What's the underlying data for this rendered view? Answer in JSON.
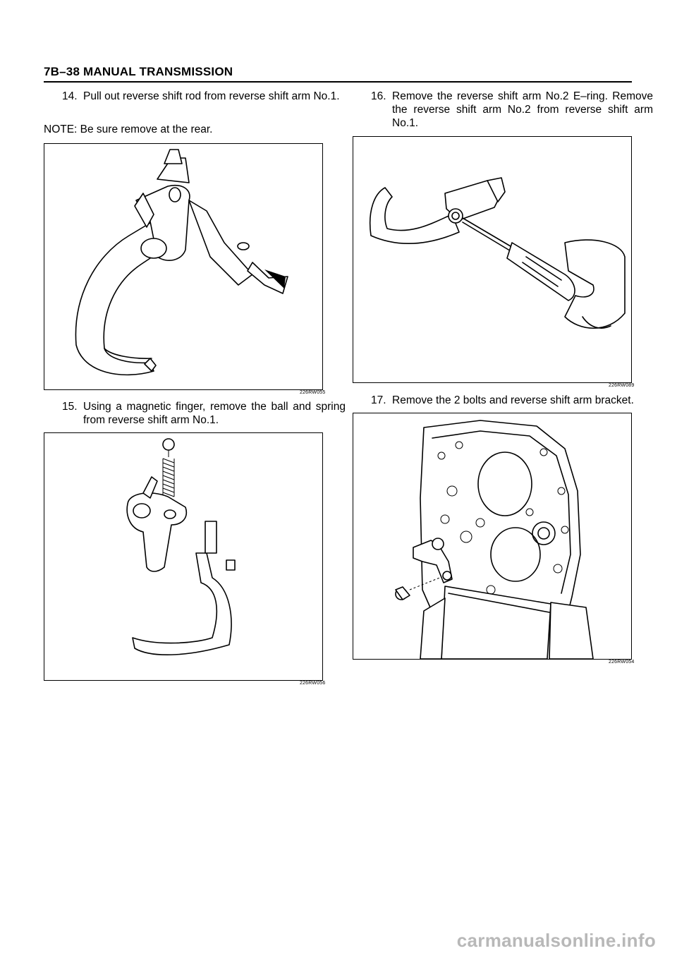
{
  "header": {
    "title": "7B–38  MANUAL TRANSMISSION"
  },
  "steps": [
    {
      "num": "14.",
      "text": "Pull out reverse shift rod from reverse shift arm No.1."
    },
    {
      "num": "15.",
      "text": "Using a magnetic finger, remove the ball and spring from reverse shift arm No.1."
    },
    {
      "num": "16.",
      "text": "Remove the reverse shift arm No.2 E–ring. Remove the reverse shift arm No.2 from reverse shift arm No.1."
    },
    {
      "num": "17.",
      "text": "Remove the 2 bolts and reverse shift arm bracket."
    }
  ],
  "note": "NOTE: Be sure remove at the rear.",
  "figures": [
    {
      "code": "226RW055"
    },
    {
      "code": "226RW056"
    },
    {
      "code": "226RW089"
    },
    {
      "code": "226RW054"
    }
  ],
  "watermark": "carmanualsonline.info"
}
